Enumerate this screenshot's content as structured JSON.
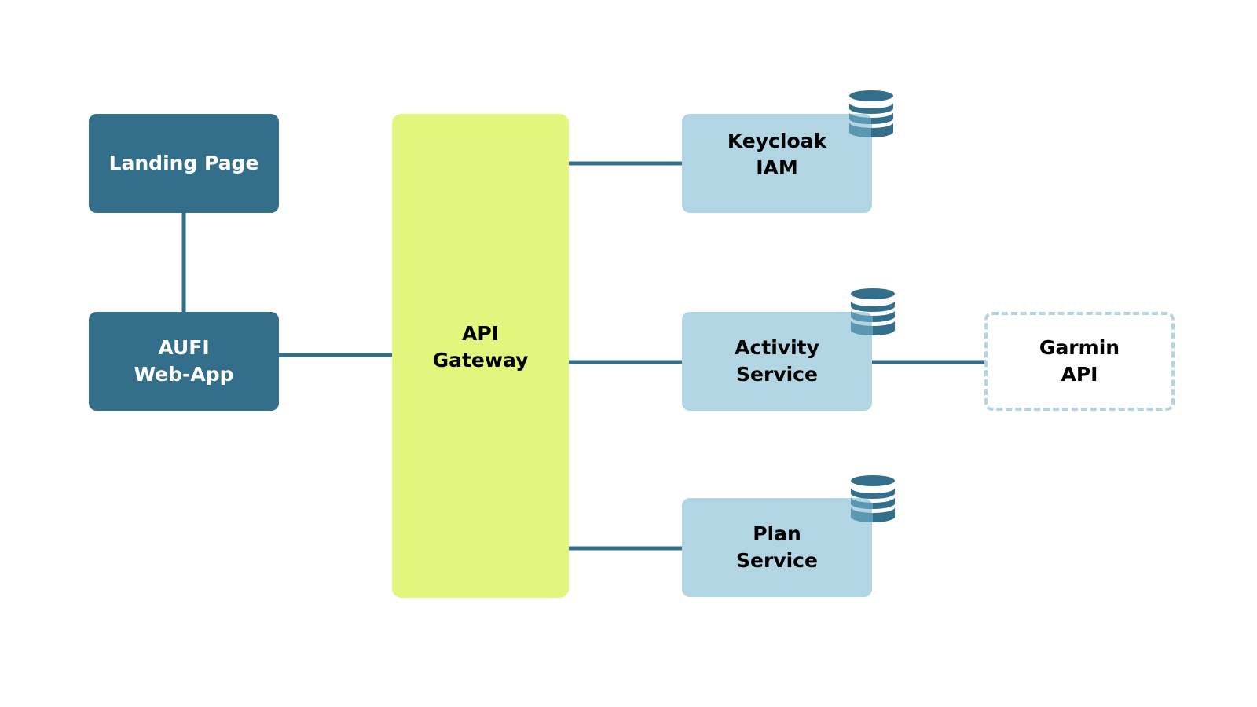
{
  "colors": {
    "dark_node": "#336f8a",
    "light_node": "#b1d5e2",
    "gateway": "#e2f57c",
    "connector": "#336f8a",
    "external_border": "#b1d5e2",
    "db_dark": "#336f8a",
    "db_light": "#5b97b2"
  },
  "nodes": {
    "landing_page": {
      "label": "Landing Page"
    },
    "web_app": {
      "label": "AUFI\nWeb-App"
    },
    "api_gateway": {
      "label": "API\nGateway"
    },
    "keycloak": {
      "label": "Keycloak\nIAM"
    },
    "activity_service": {
      "label": "Activity\nService"
    },
    "plan_service": {
      "label": "Plan\nService"
    },
    "garmin_api": {
      "label": "Garmin\nAPI"
    }
  },
  "icons": {
    "keycloak_db": "database-icon",
    "activity_db": "database-icon",
    "plan_db": "database-icon"
  }
}
